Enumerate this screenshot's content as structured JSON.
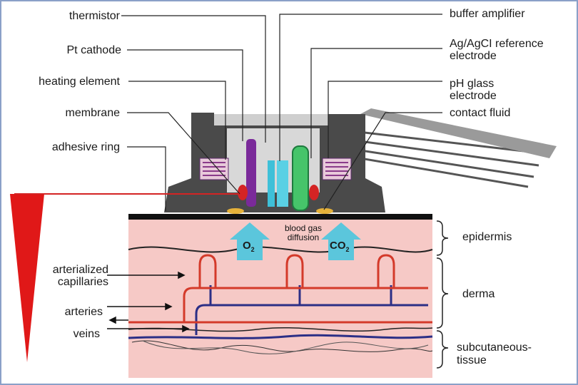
{
  "labels_left": {
    "thermistor": "thermistor",
    "pt_cathode": "Pt cathode",
    "heating_element": "heating element",
    "membrane": "membrane",
    "adhesive_ring": "adhesive ring",
    "arterialized_capillaries_1": "arterialized",
    "arterialized_capillaries_2": "capillaries",
    "arteries": "arteries",
    "veins": "veins"
  },
  "labels_right": {
    "buffer_amplifier": "buffer amplifier",
    "reference_electrode_1": "Ag/AgCI reference",
    "reference_electrode_2": "electrode",
    "ph_glass_1": "pH glass",
    "ph_glass_2": "electrode",
    "contact_fluid": "contact fluid",
    "epidermis": "epidermis",
    "derma": "derma",
    "subcutaneous_1": "subcutaneous-",
    "subcutaneous_2": "tissue"
  },
  "diffusion": {
    "line1": "blood gas",
    "line2": "diffusion",
    "o2_main": "O",
    "o2_sub": "2",
    "co2_main": "CO",
    "co2_sub": "2"
  },
  "colors": {
    "skin": "#f6c9c6",
    "artery": "#d43a2a",
    "vein": "#2c2f86",
    "housing": "#4a4a4a",
    "arrow": "#5bc6dc",
    "gradient_wedge": "#e01818"
  }
}
